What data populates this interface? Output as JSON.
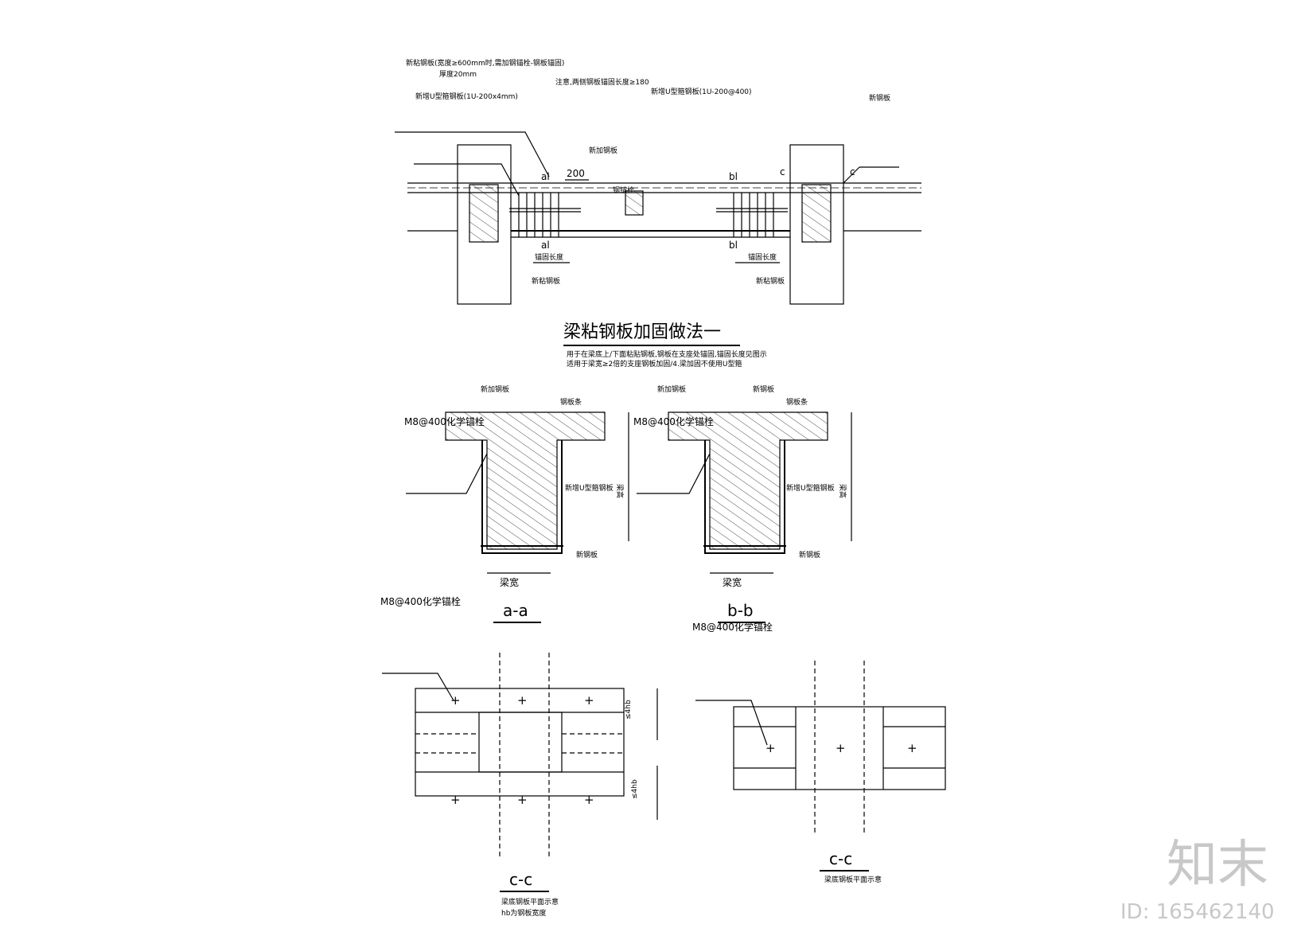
{
  "elevation": {
    "note_top_left_1": "新粘钢板(宽度≥600mm时,需加钢锚栓-钢板锚固)",
    "note_top_left_2": "厚度20mm",
    "note_u_left": "新增U型箍钢板(1U-200x4mm)",
    "note_center": "注意,两侧钢板锚固长度≥180",
    "note_u_right": "新增U型箍钢板(1U-200@400)",
    "note_far_right": "新钢板",
    "label_200": "200",
    "label_al_top": "al",
    "label_al_bottom": "al",
    "label_bl_top": "bl",
    "label_bl_bottom": "bl",
    "label_c1": "c",
    "label_c2": "c",
    "label_anchor": "锚固长度",
    "label_anchor2": "锚固长度",
    "label_steel_left": "新粘钢板",
    "label_steel_right": "新粘钢板",
    "label_mid_a": "新加钢板",
    "label_mid_b": "钢锚栓"
  },
  "title": {
    "main": "梁粘钢板加固做法一",
    "note1": "用于在梁底上/下面粘贴钢板,钢板在支座处锚固,锚固长度见图示",
    "note2": "适用于梁宽≥2倍的支座钢板加固/4.梁加固不使用U型箍"
  },
  "sections": {
    "aa": {
      "label": "a-a",
      "anchor_top": "M8@400化学锚栓",
      "anchor_bottom": "M8@400化学锚栓",
      "note_new_plate": "新加钢板",
      "note_slab": "钢板条",
      "note_u": "新增U型箍钢板",
      "note_bottom_plate": "新钢板",
      "beam_width": "梁宽",
      "beam_height": "梁高"
    },
    "bb": {
      "label": "b-b",
      "anchor_top": "M8@400化学锚栓",
      "anchor_bottom": "M8@400化学锚栓",
      "note_new_plate": "新加钢板",
      "note_top_plate": "新钢板",
      "note_slab": "钢板条",
      "note_u": "新增U型箍钢板",
      "note_bottom_plate": "新钢板",
      "beam_width": "梁宽",
      "beam_height": "梁高"
    }
  },
  "plans": {
    "cc1": {
      "label": "c-c",
      "dim_top": "≤4hb",
      "dim_bottom": "≤4hb",
      "note1": "梁底钢板平面示意",
      "note2": "hb为钢板宽度"
    },
    "cc2": {
      "label": "c-c",
      "note1": "梁底钢板平面示意"
    }
  },
  "watermark": {
    "logo": "知末",
    "id": "ID: 165462140"
  }
}
